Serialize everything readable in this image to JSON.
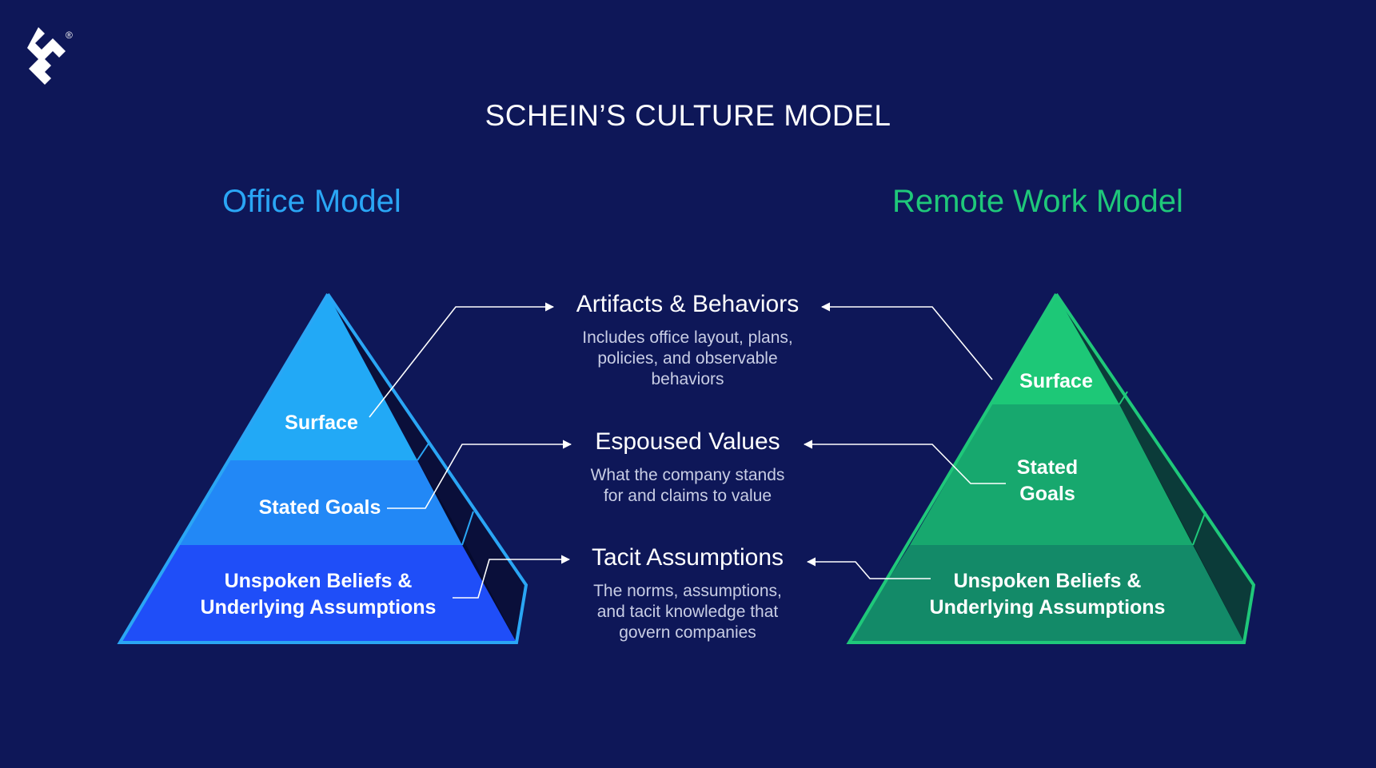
{
  "title": "SCHEIN’S CULTURE MODEL",
  "office_model": {
    "title": "Office Model",
    "layers": {
      "surface": "Surface",
      "stated_goals": "Stated Goals",
      "unspoken_line1": "Unspoken Beliefs &",
      "unspoken_line2": "Underlying Assumptions"
    }
  },
  "remote_model": {
    "title": "Remote Work Model",
    "layers": {
      "surface": "Surface",
      "stated_line1": "Stated",
      "stated_line2": "Goals",
      "unspoken_line1": "Unspoken Beliefs &",
      "unspoken_line2": "Underlying Assumptions"
    }
  },
  "levels": {
    "artifacts": {
      "heading": "Artifacts & Behaviors",
      "desc_line1": "Includes office layout, plans,",
      "desc_line2": "policies, and observable",
      "desc_line3": "behaviors"
    },
    "espoused": {
      "heading": "Espoused Values",
      "desc_line1": "What the company stands",
      "desc_line2": "for and claims to value"
    },
    "tacit": {
      "heading": "Tacit Assumptions",
      "desc_line1": "The norms, assumptions,",
      "desc_line2": "and tacit knowledge that",
      "desc_line3": "govern companies"
    }
  },
  "colors": {
    "background": "#0e1758",
    "office_title": "#2aa6f5",
    "remote_title": "#1fc87a",
    "office_surface": "#22a9f6",
    "office_stated": "#2288f6",
    "office_unspoken": "#1f4ef8",
    "remote_surface": "#1dc877",
    "remote_stated": "#17a86e",
    "remote_unspoken": "#138a68"
  },
  "logo": {
    "icon": "toptal-logo",
    "mark": "®"
  }
}
